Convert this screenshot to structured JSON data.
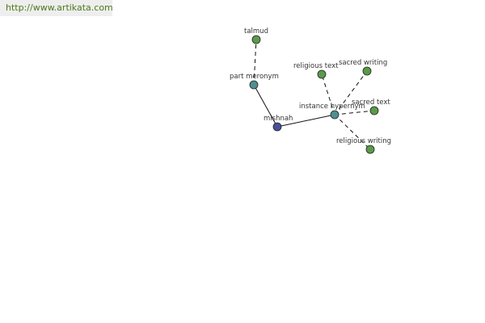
{
  "banner": {
    "url": "http://www.artikata.com"
  },
  "graph": {
    "nodes": [
      {
        "id": "mishnah",
        "label": "mishnah",
        "color": "#4a4f9a",
        "kind": "center"
      },
      {
        "id": "part-meronym",
        "label": "part meronym",
        "color": "#4f8f8f",
        "kind": "relation"
      },
      {
        "id": "instance-hypernym",
        "label": "instance hypernym",
        "color": "#4f8f8f",
        "kind": "relation"
      },
      {
        "id": "talmud",
        "label": "talmud",
        "color": "#5a9a4a",
        "kind": "term"
      },
      {
        "id": "religious-text",
        "label": "religious text",
        "color": "#5a9a4a",
        "kind": "term"
      },
      {
        "id": "sacred-writing",
        "label": "sacred writing",
        "color": "#5a9a4a",
        "kind": "term"
      },
      {
        "id": "sacred-text",
        "label": "sacred text",
        "color": "#5a9a4a",
        "kind": "term"
      },
      {
        "id": "religious-writing",
        "label": "religious writing",
        "color": "#5a9a4a",
        "kind": "term"
      }
    ],
    "edges": [
      {
        "from": "mishnah",
        "to": "part-meronym",
        "style": "solid"
      },
      {
        "from": "mishnah",
        "to": "instance-hypernym",
        "style": "solid"
      },
      {
        "from": "part-meronym",
        "to": "talmud",
        "style": "dashed"
      },
      {
        "from": "instance-hypernym",
        "to": "religious-text",
        "style": "dashed"
      },
      {
        "from": "instance-hypernym",
        "to": "sacred-writing",
        "style": "dashed"
      },
      {
        "from": "instance-hypernym",
        "to": "sacred-text",
        "style": "dashed"
      },
      {
        "from": "instance-hypernym",
        "to": "religious-writing",
        "style": "dashed"
      }
    ]
  }
}
